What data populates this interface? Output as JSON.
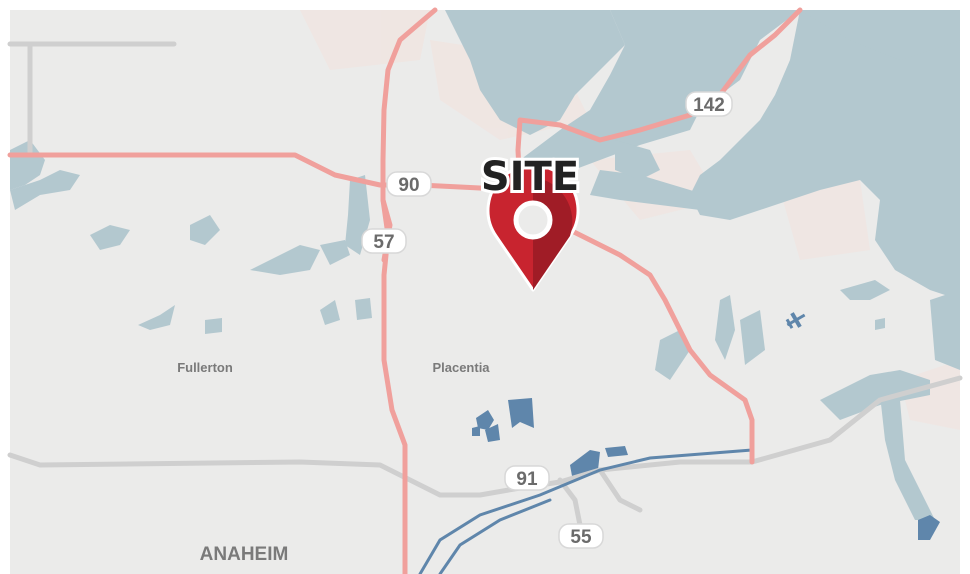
{
  "map": {
    "site_marker": {
      "label": "SITE"
    },
    "route_shields": [
      {
        "number": "142"
      },
      {
        "number": "90"
      },
      {
        "number": "57"
      },
      {
        "number": "91"
      },
      {
        "number": "55"
      }
    ],
    "places": [
      {
        "name": "Fullerton"
      },
      {
        "name": "Placentia"
      },
      {
        "name": "ANAHEIM"
      }
    ],
    "colors": {
      "background": "#ebebea",
      "water": "#b3c8cf",
      "water_dark": "#5f86ab",
      "highway": "#f0a09c",
      "arterial": "#cfcfcf",
      "marker_red": "#c8242f",
      "marker_red_dark": "#a01c26"
    },
    "icons": [
      "map-pin-icon",
      "airport-icon"
    ]
  }
}
